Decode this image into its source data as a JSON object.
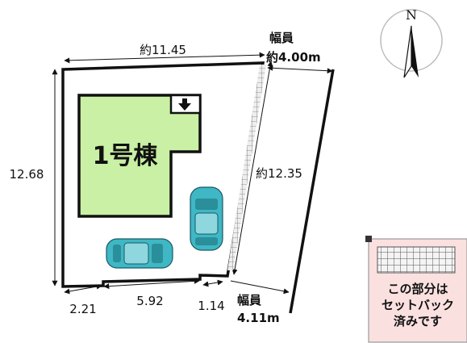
{
  "compass": {
    "north_label": "N"
  },
  "building": {
    "label": "1号棟"
  },
  "dimensions": {
    "top": "約11.45",
    "left": "12.68",
    "right": "約12.35",
    "bottom_left": "2.21",
    "bottom_middle": "5.92",
    "bottom_right": "1.14"
  },
  "roads": {
    "east": {
      "title": "幅員",
      "width": "約4.00m"
    },
    "south": {
      "title": "幅員",
      "width": "4.11m"
    }
  },
  "legend": {
    "line1": "この部分は",
    "line2": "セットバック",
    "line3": "済みです"
  },
  "colors": {
    "building_fill": "#c9f0a4",
    "car_fill": "#3fb7c4",
    "legend_fill": "#fbe0e0",
    "outline": "#111111"
  }
}
